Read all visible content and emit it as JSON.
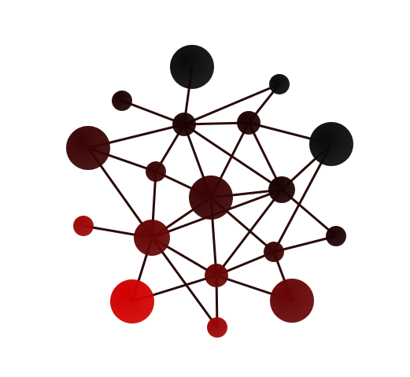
{
  "graph": {
    "edge_color": "#2a0a0a",
    "node_colors": [
      "#0a0a0a",
      "#1c0303",
      "#3a0404",
      "#650606",
      "#9a0707",
      "#d00000"
    ],
    "nodes": [
      {
        "id": "top-large",
        "shade": 0
      },
      {
        "id": "top-right-small",
        "shade": 0
      },
      {
        "id": "upper-left-small",
        "shade": 1
      },
      {
        "id": "hub-upper",
        "shade": 1
      },
      {
        "id": "hub-upper-right",
        "shade": 1
      },
      {
        "id": "right-large",
        "shade": 0
      },
      {
        "id": "left-large",
        "shade": 2
      },
      {
        "id": "mid-left-small",
        "shade": 2
      },
      {
        "id": "center-large",
        "shade": 2
      },
      {
        "id": "mid-right",
        "shade": 1
      },
      {
        "id": "left-small-red",
        "shade": 4
      },
      {
        "id": "center-left",
        "shade": 3
      },
      {
        "id": "right-small",
        "shade": 1
      },
      {
        "id": "lower-right-small",
        "shade": 2
      },
      {
        "id": "lower-center",
        "shade": 3
      },
      {
        "id": "bottom-left-large",
        "shade": 5
      },
      {
        "id": "bottom-right-large",
        "shade": 3
      },
      {
        "id": "bottom-small",
        "shade": 4
      }
    ],
    "edges": [
      [
        "top-large",
        "hub-upper"
      ],
      [
        "top-right-small",
        "hub-upper"
      ],
      [
        "top-right-small",
        "hub-upper-right"
      ],
      [
        "upper-left-small",
        "hub-upper"
      ],
      [
        "hub-upper",
        "hub-upper-right"
      ],
      [
        "hub-upper",
        "left-large"
      ],
      [
        "hub-upper",
        "mid-left-small"
      ],
      [
        "hub-upper",
        "center-large"
      ],
      [
        "hub-upper",
        "mid-right"
      ],
      [
        "hub-upper-right",
        "right-large"
      ],
      [
        "hub-upper-right",
        "center-large"
      ],
      [
        "hub-upper-right",
        "mid-right"
      ],
      [
        "left-large",
        "mid-left-small"
      ],
      [
        "left-large",
        "center-left"
      ],
      [
        "mid-left-small",
        "center-large"
      ],
      [
        "mid-left-small",
        "center-left"
      ],
      [
        "center-large",
        "mid-right"
      ],
      [
        "center-large",
        "center-left"
      ],
      [
        "center-large",
        "lower-center"
      ],
      [
        "center-large",
        "lower-right-small"
      ],
      [
        "right-large",
        "mid-right"
      ],
      [
        "right-large",
        "lower-right-small"
      ],
      [
        "mid-right",
        "center-left"
      ],
      [
        "mid-right",
        "lower-center"
      ],
      [
        "mid-right",
        "right-small"
      ],
      [
        "left-small-red",
        "center-left"
      ],
      [
        "center-left",
        "lower-center"
      ],
      [
        "center-left",
        "bottom-left-large"
      ],
      [
        "center-left",
        "bottom-small"
      ],
      [
        "lower-center",
        "lower-right-small"
      ],
      [
        "lower-center",
        "bottom-left-large"
      ],
      [
        "lower-center",
        "bottom-right-large"
      ],
      [
        "lower-center",
        "bottom-small"
      ],
      [
        "lower-right-small",
        "right-small"
      ],
      [
        "lower-right-small",
        "bottom-right-large"
      ]
    ]
  }
}
